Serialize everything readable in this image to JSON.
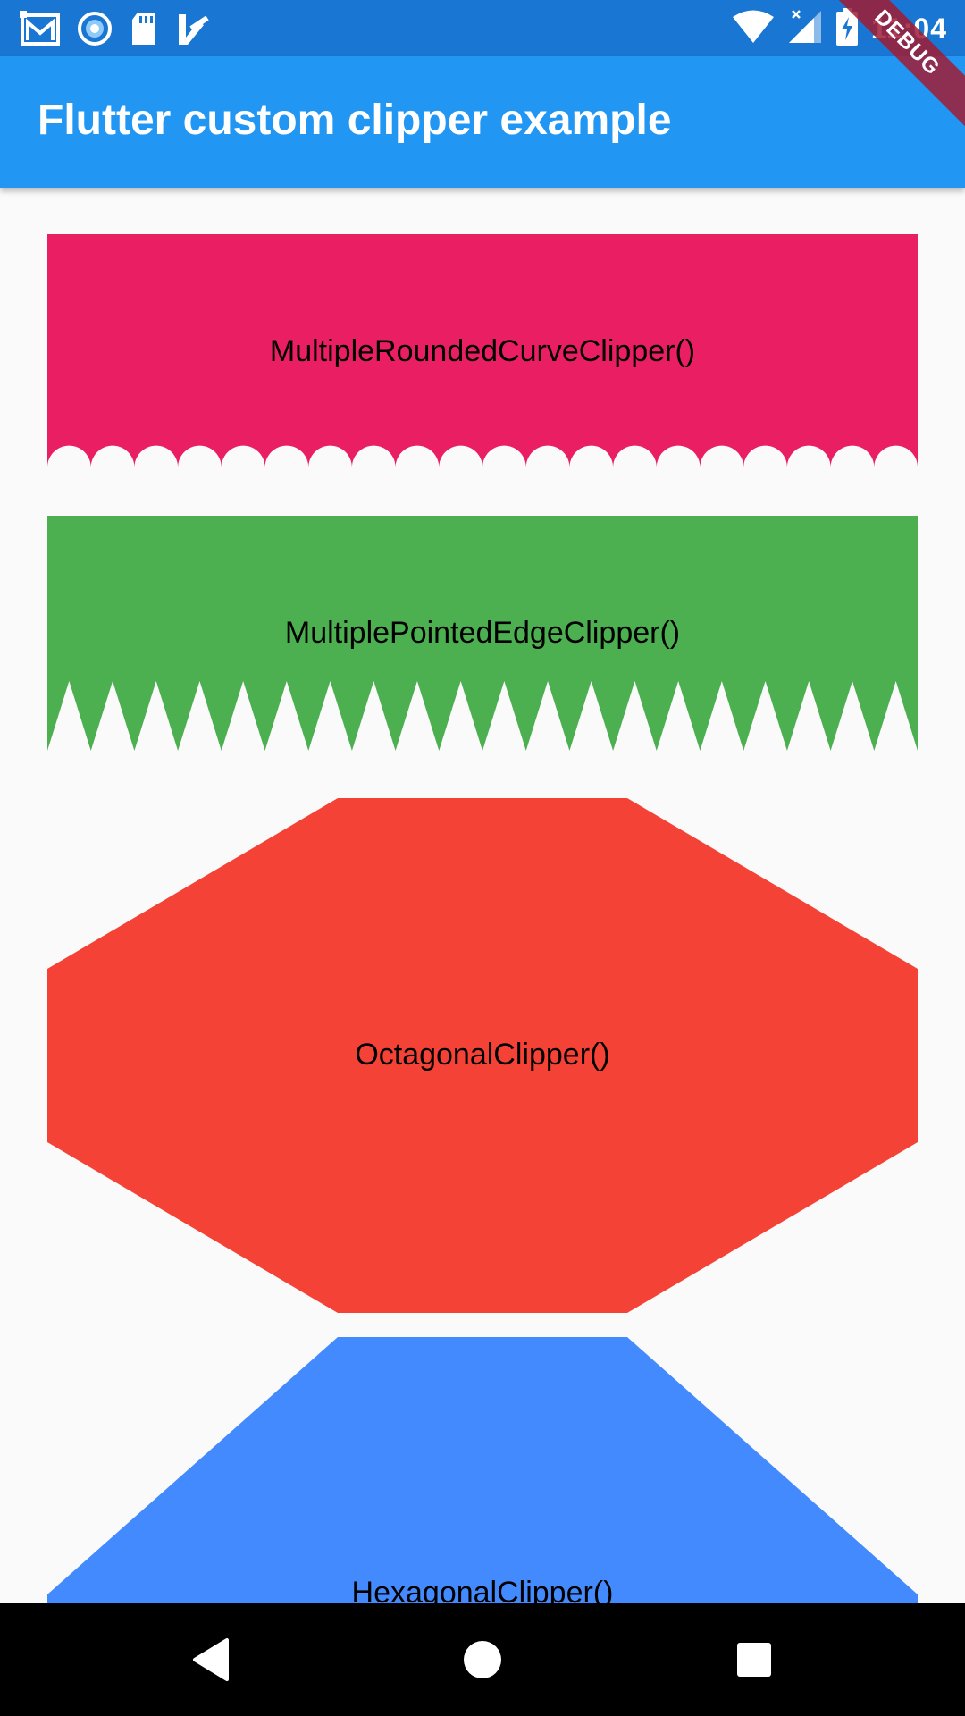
{
  "status_bar": {
    "time": "11:04",
    "icons_left": [
      "gmail-icon",
      "radio-icon",
      "sd-card-icon",
      "task-check-icon"
    ],
    "icons_right": [
      "wifi-icon",
      "signal-icon",
      "battery-charging-icon"
    ]
  },
  "app_bar": {
    "title": "Flutter custom clipper example"
  },
  "debug_banner": "DEBUG",
  "shapes": [
    {
      "label": "MultipleRoundedCurveClipper()",
      "color": "#e91e63"
    },
    {
      "label": "MultiplePointedEdgeClipper()",
      "color": "#4caf50"
    },
    {
      "label": "OctagonalClipper()",
      "color": "#f44336"
    },
    {
      "label": "HexagonalClipper()",
      "color": "#448aff"
    }
  ],
  "nav_bar": {
    "icons": [
      "back-icon",
      "home-icon",
      "recents-icon"
    ]
  }
}
